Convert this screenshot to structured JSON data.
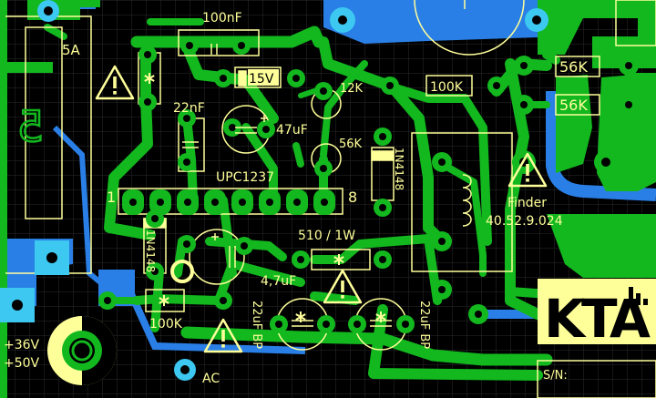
{
  "colors": {
    "background": "#000000",
    "grid": "#2b2b2b",
    "trace_top": "#12b81e",
    "trace_bottom": "#2a7fe6",
    "pad_cyan": "#3cc8f0",
    "silk": "#ffff9a"
  },
  "icons": [
    "warning-triangle-icon",
    "star-icon"
  ],
  "labels": {
    "fuse_rating": "5A",
    "mirror_text": "5",
    "cap_100nf": "100nF",
    "zener": "15V",
    "r_12k": "12K",
    "r_100k_top": "100K",
    "r_56k_1": "56K",
    "r_56k_2": "56K",
    "cap_22nf": "22nF",
    "cap_47uf": "47uF",
    "r_56k_mid": "56K",
    "diode_1n4148_right": "1N4148",
    "ic_name": "UPC1237",
    "pin_1": "1",
    "pin_8": "8",
    "relay_brand": "Finder",
    "relay_part": "40.52.9.024",
    "r_510": "510 / 1W",
    "diode_1n4148_left": "1N4148",
    "cap_4_7uf": "4,7uF",
    "r_100k_bottom": "100K",
    "cap_22uf_bp_1": "22uF BP",
    "cap_22uf_bp_2": "22uF BP",
    "supply_36v": "+36V",
    "supply_50v": "+50V",
    "ac": "AC",
    "sn": "S/N:",
    "logo": "KTA"
  }
}
